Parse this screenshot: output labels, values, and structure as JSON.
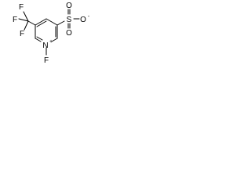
{
  "molecule": {
    "atoms": {
      "f1": "F",
      "f2": "F",
      "f3": "F",
      "n": "N",
      "n_charge": "+",
      "f_n": "F",
      "s": "S",
      "o_top": "O",
      "o_right": "O",
      "o_bottom": "O",
      "o_charge": "-"
    }
  }
}
